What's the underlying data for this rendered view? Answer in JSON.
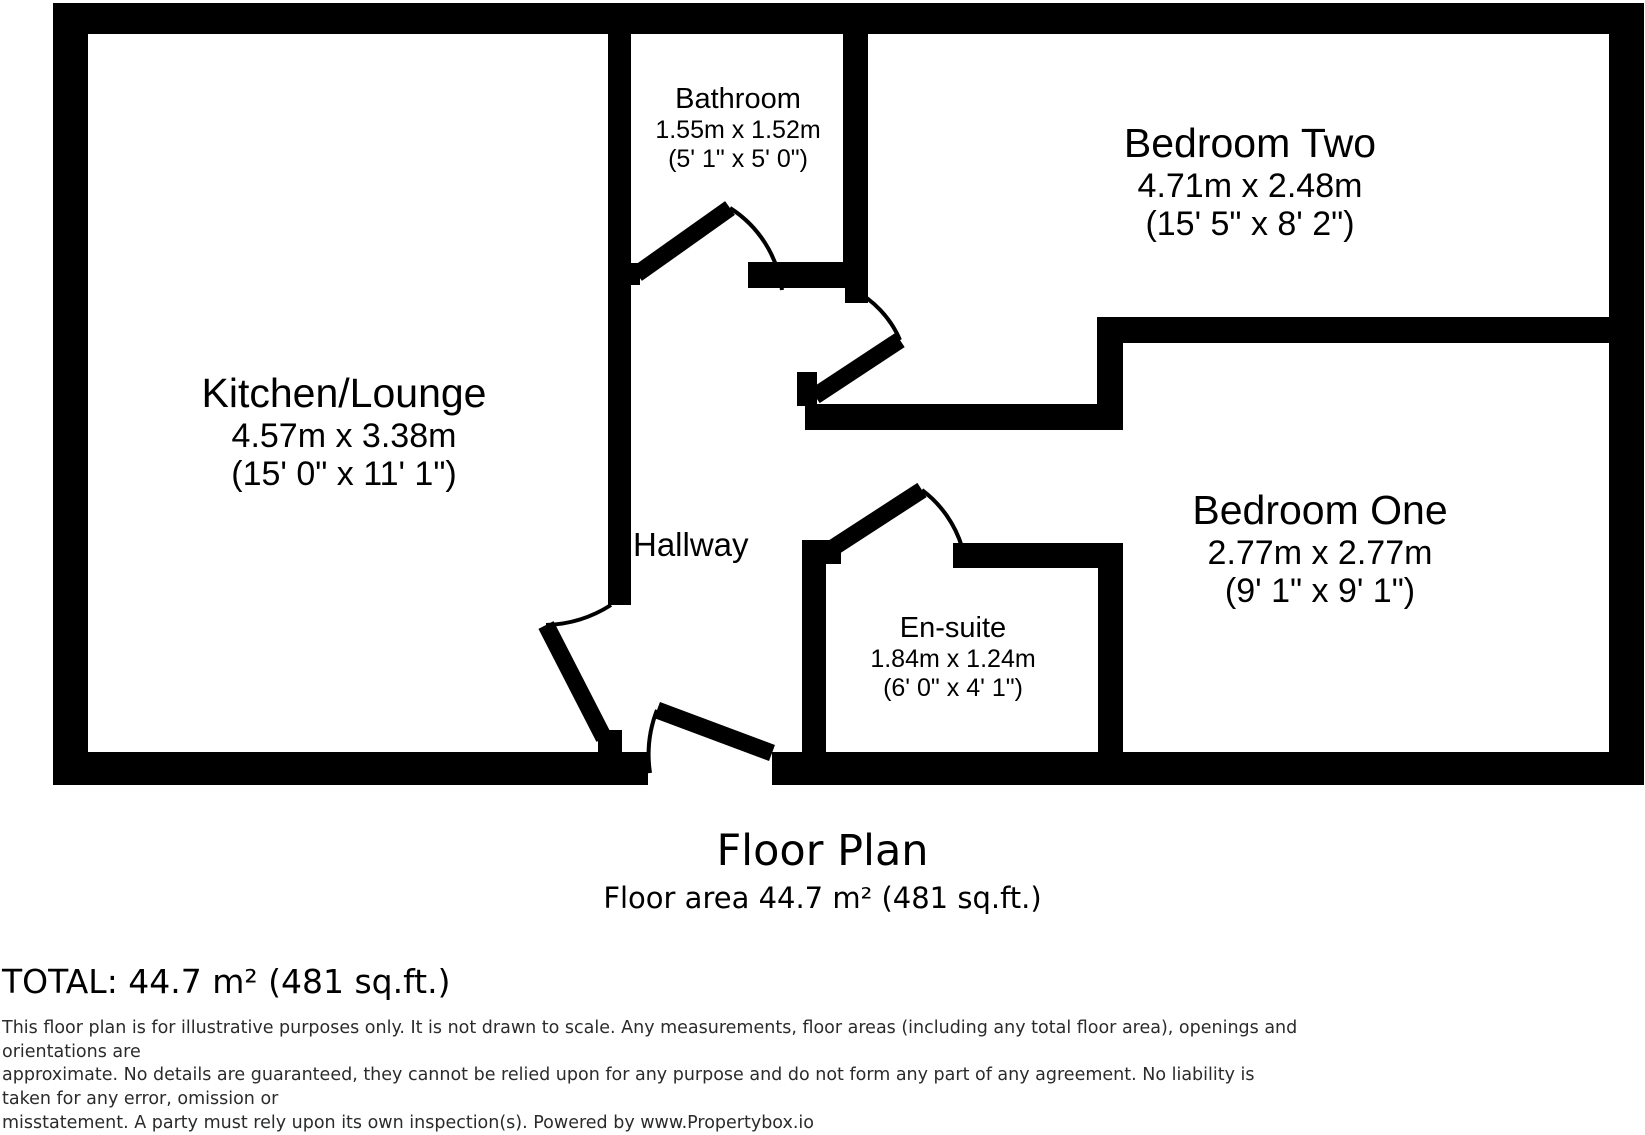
{
  "plan": {
    "title": "Floor Plan",
    "area_line": "Floor area 44.7 m² (481 sq.ft.)",
    "total_line": "TOTAL: 44.7 m² (481 sq.ft.)",
    "wall_color": "#000000",
    "background_color": "#ffffff"
  },
  "rooms": [
    {
      "key": "kitchen_lounge",
      "name": "Kitchen/Lounge",
      "dim_metric": "4.57m x 3.38m",
      "dim_imperial": "(15' 0\" x 11' 1\")"
    },
    {
      "key": "bathroom",
      "name": "Bathroom",
      "dim_metric": "1.55m x 1.52m",
      "dim_imperial": "(5' 1\" x 5' 0\")"
    },
    {
      "key": "bedroom_two",
      "name": "Bedroom Two",
      "dim_metric": "4.71m x 2.48m",
      "dim_imperial": "(15' 5\" x 8' 2\")"
    },
    {
      "key": "bedroom_one",
      "name": "Bedroom One",
      "dim_metric": "2.77m x 2.77m",
      "dim_imperial": "(9' 1\" x 9' 1\")"
    },
    {
      "key": "en_suite",
      "name": "En-suite",
      "dim_metric": "1.84m x 1.24m",
      "dim_imperial": "(6' 0\" x 4' 1\")"
    },
    {
      "key": "hallway",
      "name": "Hallway",
      "dim_metric": "",
      "dim_imperial": ""
    }
  ],
  "disclaimer": {
    "line1": "This floor plan is for illustrative purposes only. It is not drawn to scale. Any measurements, floor areas (including any total floor area), openings and orientations are",
    "line2": "approximate. No details are guaranteed, they cannot be relied upon for any purpose and do not form any part of any agreement. No liability is taken for any error, omission or",
    "line3": "misstatement. A party must rely upon its own inspection(s). Powered by www.Propertybox.io"
  }
}
